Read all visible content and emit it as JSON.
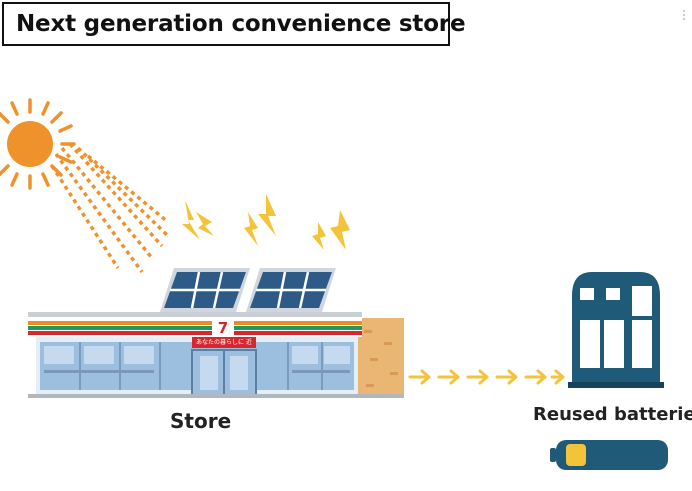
{
  "title": "Next generation convenience store",
  "store_label": "Store",
  "battery_label": "Reused batteries",
  "store_sign_text": "あなたの暮らしに 近くて便利",
  "store_logo": "7",
  "colors": {
    "sun": "#f0922b",
    "bolt": "#f3c43a",
    "arrow": "#f3c43a",
    "panel": "#2e5a87",
    "battery_cabinet": "#1f5a78",
    "battery_cell": "#1f5a78",
    "battery_charge": "#f3c43a",
    "stripe_orange": "#f08a24",
    "stripe_green": "#1e9a5a",
    "stripe_red": "#d8262e",
    "brick": "#e9b773"
  },
  "icons": [
    "sun-icon",
    "lightning-bolt-icon",
    "solar-panel-icon",
    "store-icon",
    "battery-cabinet-icon",
    "battery-icon",
    "arrow-icon"
  ]
}
